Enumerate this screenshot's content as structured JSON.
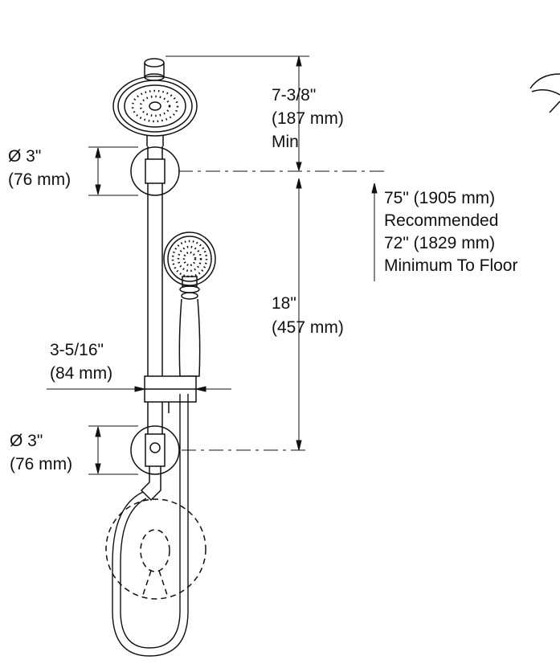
{
  "dimensions": {
    "headrest_to_arm_line": [
      "7-3/8\"",
      "(187 mm)",
      "Min"
    ],
    "upper_escutcheon_dia": [
      "Ø 3\"",
      "(76 mm)"
    ],
    "floor_height": [
      "75\" (1905 mm)",
      "Recommended",
      "72\" (1829 mm)",
      "Minimum To Floor"
    ],
    "bar_length": [
      "18\"",
      "(457 mm)"
    ],
    "handshower_depth": [
      "3-5/16\"",
      "(84 mm)"
    ],
    "lower_escutcheon_dia": [
      "Ø 3\"",
      "(76 mm)"
    ]
  },
  "colors": {
    "line": "#111111",
    "background": "#ffffff"
  }
}
